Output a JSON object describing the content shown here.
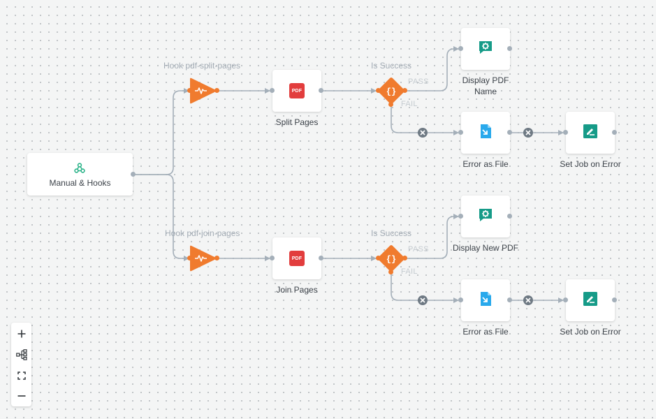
{
  "trigger": {
    "label": "Manual & Hooks",
    "icon": "webhook-icon"
  },
  "hooks": [
    {
      "label": "Hook pdf-split-pages",
      "icon": "hook-pulse-icon"
    },
    {
      "label": "Hook pdf-join-pages",
      "icon": "hook-pulse-icon"
    }
  ],
  "tasks": {
    "split_pages": {
      "label": "Split Pages",
      "icon_text": "PDF"
    },
    "join_pages": {
      "label": "Join Pages",
      "icon_text": "PDF"
    },
    "display_pdf_name": {
      "label": "Display PDF Name",
      "icon": "display-gear-icon"
    },
    "display_new_pdf": {
      "label": "Display New PDF",
      "icon": "display-gear-icon"
    },
    "error_as_file_1": {
      "label": "Error as File",
      "icon": "file-export-icon"
    },
    "error_as_file_2": {
      "label": "Error as File",
      "icon": "file-export-icon"
    },
    "set_job_error_1": {
      "label": "Set Job on Error",
      "icon": "edit-icon"
    },
    "set_job_error_2": {
      "label": "Set Job on Error",
      "icon": "edit-icon"
    }
  },
  "conditions": [
    {
      "label": "Is Success",
      "icon_text": "{}",
      "pass": "PASS",
      "fail": "FAIL"
    },
    {
      "label": "Is Success",
      "icon_text": "{}",
      "pass": "PASS",
      "fail": "FAIL"
    }
  ],
  "zoom_controls": [
    {
      "name": "zoom-in",
      "icon": "plus-icon"
    },
    {
      "name": "layout",
      "icon": "hierarchy-icon"
    },
    {
      "name": "fit-view",
      "icon": "fit-view-icon"
    },
    {
      "name": "zoom-out",
      "icon": "minus-icon"
    }
  ],
  "colors": {
    "accent_orange": "#f07b2e",
    "pdf_red": "#e23d3d",
    "display_teal": "#169b88",
    "file_blue": "#29a9ec",
    "edge_gray": "#a4afb9",
    "webhook_green": "#2bb389"
  }
}
